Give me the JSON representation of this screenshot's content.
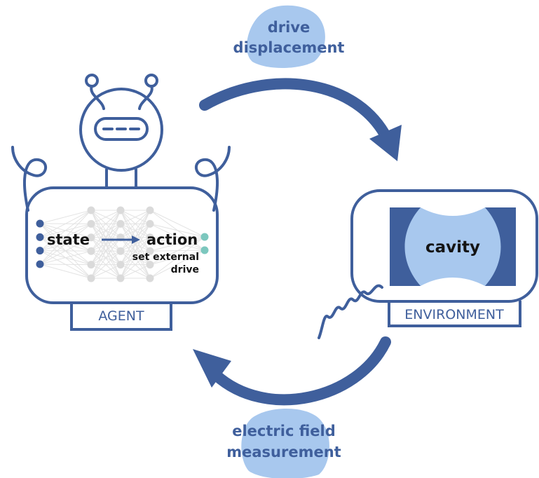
{
  "colors": {
    "primary": "#3F5F9C",
    "light_blue": "#A8C8EE",
    "teal": "#7CC7BE",
    "node_gray": "#DADADA",
    "text_dark": "#141414"
  },
  "top_arrow": {
    "label_line1": "drive",
    "label_line2": "displacement"
  },
  "bottom_arrow": {
    "label_line1": "electric field",
    "label_line2": "measurement"
  },
  "agent": {
    "label": "AGENT",
    "state_label": "state",
    "action_label": "action",
    "action_desc_line1": "set external",
    "action_desc_line2": "drive",
    "network": {
      "layer_sizes": [
        4,
        6,
        6,
        6,
        2
      ]
    }
  },
  "environment": {
    "label": "ENVIRONMENT",
    "cavity_label": "cavity"
  }
}
